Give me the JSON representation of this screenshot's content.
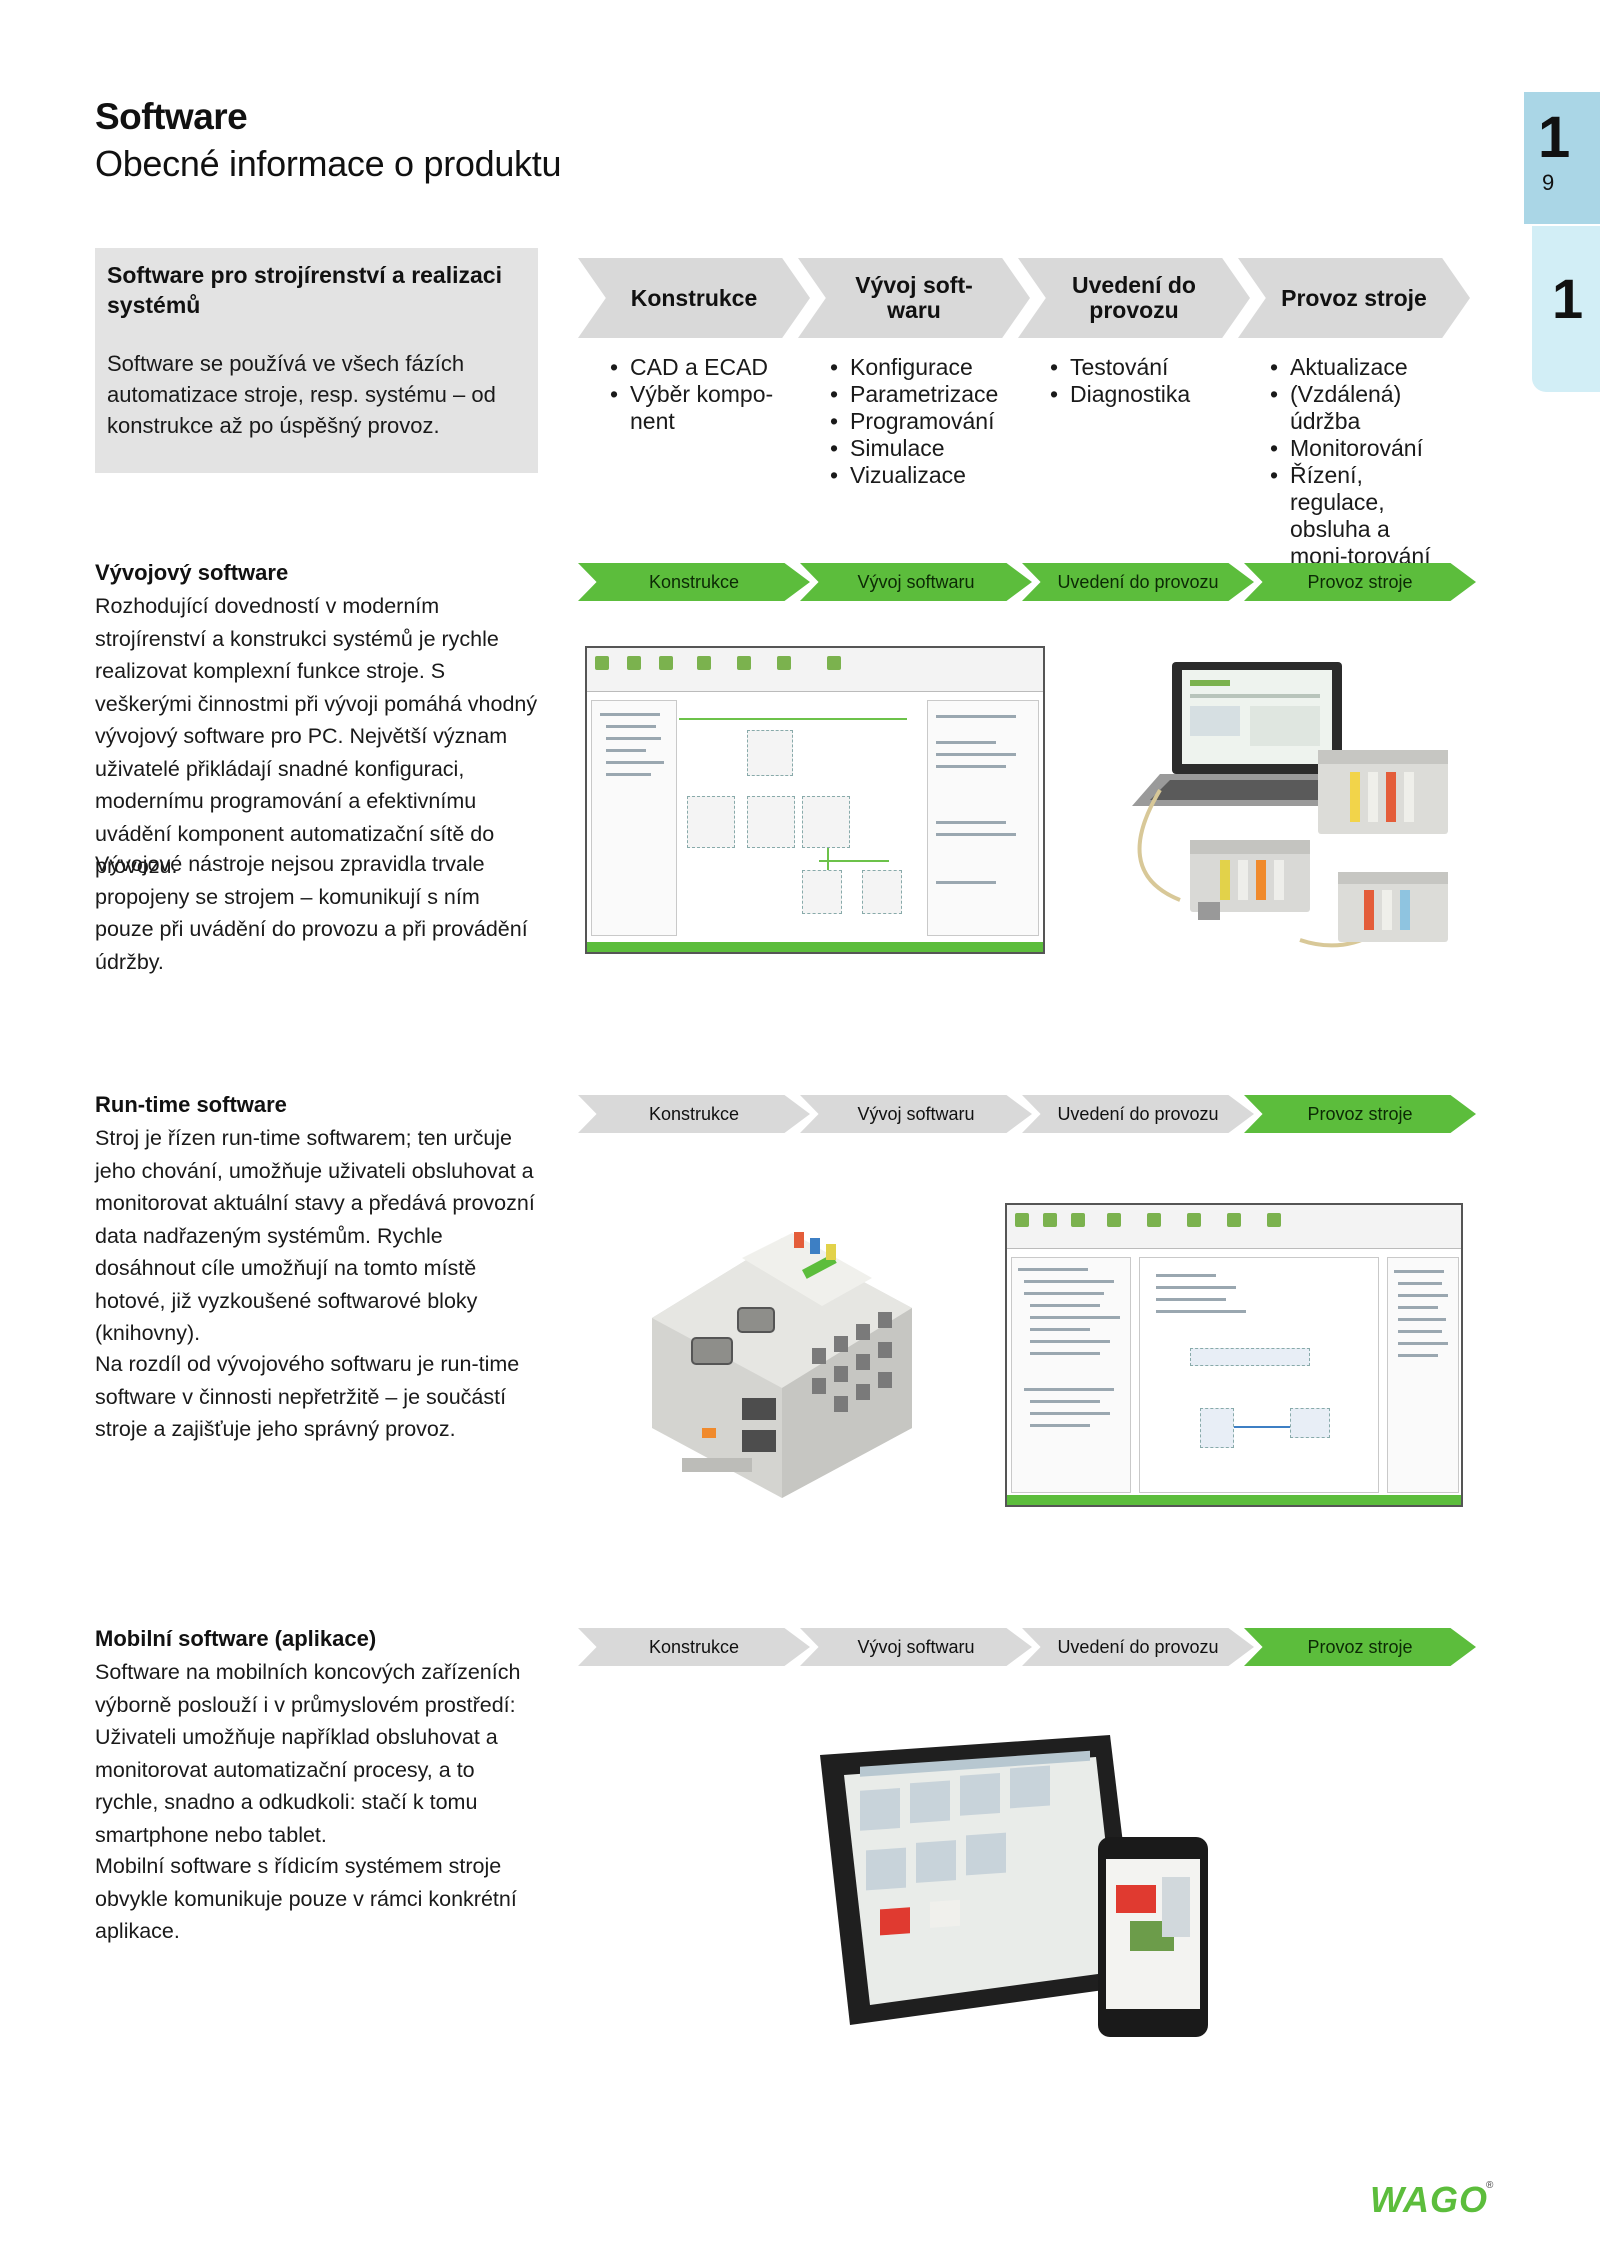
{
  "header": {
    "title": "Software",
    "subtitle": "Obecné informace o produktu"
  },
  "tabs": {
    "top_number": "1",
    "page_number": "9",
    "bottom_number": "1"
  },
  "intro": {
    "heading": "Software pro strojírenství a realizaci systémů",
    "body": "Software se používá ve všech fázích automatizace stroje, resp. systému – od konstrukce až po úspěšný provoz."
  },
  "phases": [
    {
      "label": "Konstrukce",
      "items": [
        "CAD a ECAD",
        "Výběr kompo-nent"
      ]
    },
    {
      "label": "Vývoj soft-waru",
      "items": [
        "Konfigurace",
        "Parametrizace",
        "Programování",
        "Simulace",
        "Vizualizace"
      ]
    },
    {
      "label": "Uvedení do provozu",
      "items": [
        "Testování",
        "Diagnostika"
      ]
    },
    {
      "label": "Provoz stroje",
      "items": [
        "Aktualizace",
        "(Vzdálená) údržba",
        "Monitorování",
        "Řízení, regulace, obsluha a moni-torování"
      ]
    }
  ],
  "small_phases": [
    "Konstrukce",
    "Vývoj softwaru",
    "Uvedení do provozu",
    "Provoz stroje"
  ],
  "sections": [
    {
      "heading": "Vývojový software",
      "p1": "Rozhodující dovedností v moderním strojírenství a konstrukci systémů je rychle realizovat komplexní funkce stroje. S veškerými činnostmi při vývoji pomáhá vhodný vývojový software pro PC. Největší význam uživatelé přikládají snadné konfiguraci, modernímu programování a efektivnímu uvádění komponent automatizační sítě do provozu.",
      "p2": "Vývojové nástroje nejsou zpravidla trvale propojeny se strojem – komunikují s ním pouze při uvádění do provozu a při provádění údržby."
    },
    {
      "heading": "Run-time software",
      "p1": "Stroj je řízen run-time softwarem; ten určuje jeho chování, umožňuje uživateli obsluhovat a monitorovat aktuální stavy a předává provozní data nadřazeným systémům. Rychle dosáhnout cíle umožňují na tomto místě hotové, již vyzkoušené softwarové bloky (knihovny).",
      "p2": "Na rozdíl od vývojového softwaru je run-time software v činnosti nepřetržitě – je součástí stroje a zajišťuje jeho správný provoz."
    },
    {
      "heading": "Mobilní software (aplikace)",
      "p1": "Software na mobilních koncových zařízeních výborně poslouží i v průmyslovém prostředí: Uživateli umožňuje například obsluhovat a monitorovat automatizační procesy, a to rychle, snadno a odkudkoli: stačí k tomu smartphone nebo tablet.",
      "p2": "Mobilní software s řídicím systémem stroje obvykle komunikuje pouze v rámci konkrétní aplikace."
    }
  ],
  "logo": {
    "text": "WAGO",
    "color": "#5cbd3c"
  },
  "colors": {
    "active_chevron": "#5cbd3c",
    "inactive_chevron": "#d9d9d9",
    "tab_dark": "#aad6e6",
    "tab_light": "#d2eef6"
  }
}
